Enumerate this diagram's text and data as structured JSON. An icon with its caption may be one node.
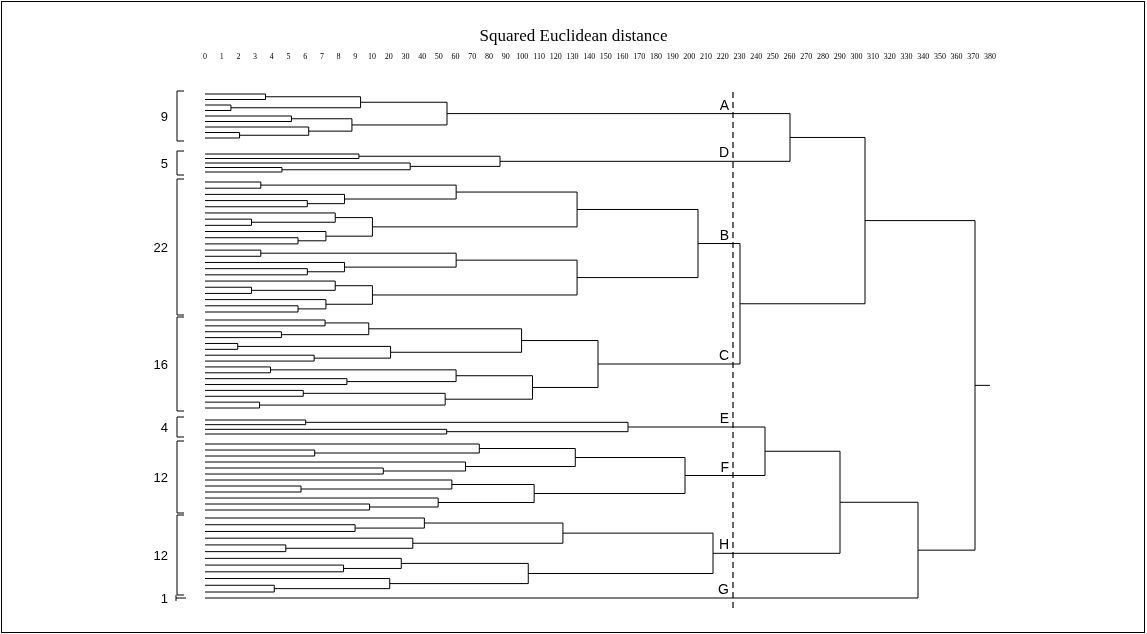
{
  "diagram": {
    "title": "Squared Euclidean distance",
    "labels": [
      "0",
      "1",
      "2",
      "3",
      "4",
      "5",
      "6",
      "7",
      "8",
      "9",
      "10",
      "20",
      "30",
      "40",
      "50",
      "60",
      "70",
      "80",
      "90",
      "100",
      "110",
      "120",
      "130",
      "140",
      "150",
      "160",
      "170",
      "180",
      "190",
      "200",
      "210",
      "220",
      "230",
      "240",
      "250",
      "260",
      "270",
      "280",
      "290",
      "300",
      "310",
      "320",
      "330",
      "340",
      "350",
      "360",
      "370",
      "380",
      "9",
      "A",
      "5",
      "D",
      "22",
      "B",
      "16",
      "C",
      "4",
      "E",
      "12",
      "F",
      "12",
      "H",
      "1",
      "G"
    ]
  }
}
